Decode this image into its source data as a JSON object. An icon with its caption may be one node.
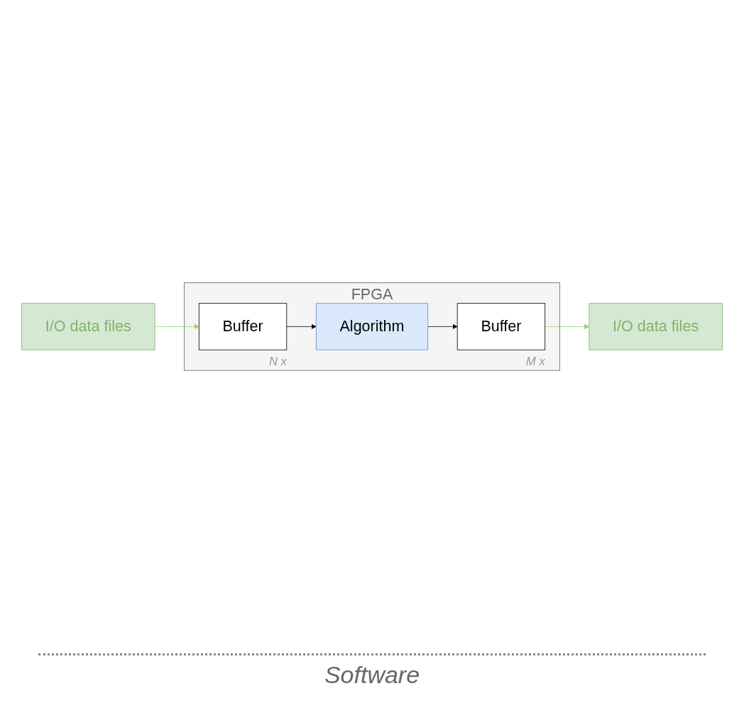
{
  "diagram": {
    "nodes": [
      {
        "text": [
          "FPGA"
        ]
      },
      {
        "text": [
          "Buffer"
        ],
        "in": 0,
        "beside": [
          "N x"
        ]
      },
      {
        "text": [
          "Algorithm"
        ],
        "in": 0
      },
      {
        "text": [
          "Buffer"
        ],
        "in": 0,
        "beside": [
          "M x"
        ]
      },
      {
        "text": [
          "I/O data files"
        ]
      },
      {
        "text": [
          "I/O data files"
        ]
      }
    ],
    "edges": [
      {
        "from": 1,
        "to": 2,
        "arrow": "to"
      },
      {
        "from": 2,
        "to": 3,
        "arrow": "to"
      },
      {
        "from": 4,
        "to": 1,
        "arrow": "to",
        "color": "#97d077"
      },
      {
        "from": 3,
        "to": 5,
        "arrow": "to",
        "color": "#97d077"
      }
    ],
    "labels": [
      "Software"
    ]
  }
}
